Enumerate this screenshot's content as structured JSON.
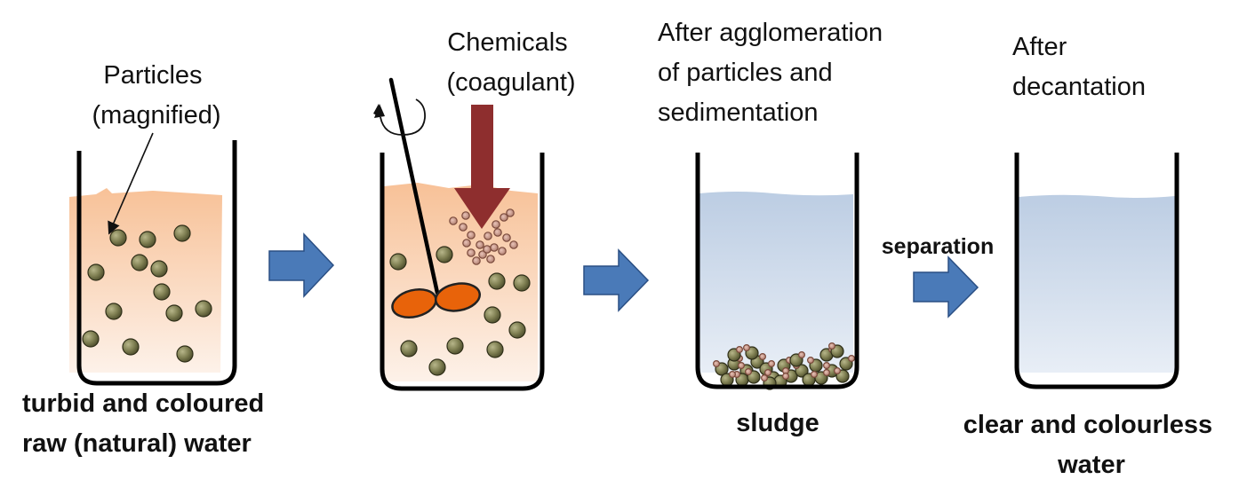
{
  "colors": {
    "turbid_water": "#f7c39c",
    "clear_water": "#c8d6e8",
    "particle": "#8a8a5c",
    "coagulant_drop": "#c79a8f",
    "process_arrow": "#4a7ab8",
    "chemical_arrow": "#8e2e2e",
    "stirrer_blade": "#e8630a",
    "beaker_outline": "#000000"
  },
  "icons": [
    "process-arrow",
    "chemical-dose-arrow",
    "stirrer",
    "beaker"
  ],
  "steps": [
    {
      "title_lines": [
        "Particles",
        "(magnified)"
      ],
      "caption_lines": [
        "turbid and coloured",
        "raw  (natural) water"
      ]
    },
    {
      "title_lines": [
        "Chemicals",
        "(coagulant)"
      ],
      "caption_lines": []
    },
    {
      "title_lines": [
        "After agglomeration",
        "of particles and",
        "sedimentation"
      ],
      "caption_lines": [
        "sludge"
      ]
    },
    {
      "title_lines": [
        "After",
        "decantation"
      ],
      "caption_lines": [
        "clear and colourless",
        "water"
      ]
    }
  ],
  "arrows": [
    {
      "label": ""
    },
    {
      "label": ""
    },
    {
      "label": "separation"
    }
  ]
}
